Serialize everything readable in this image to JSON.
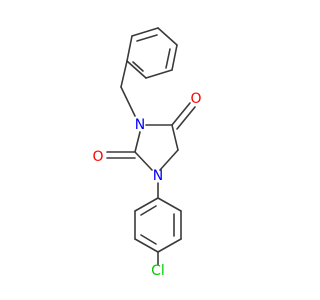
{
  "molecule": {
    "atoms": {
      "O1": {
        "symbol": "O",
        "color": "#ff0000"
      },
      "O2": {
        "symbol": "O",
        "color": "#ff0000"
      },
      "N1": {
        "symbol": "N",
        "color": "#0000ff"
      },
      "N2": {
        "symbol": "N",
        "color": "#0000ff"
      },
      "Cl": {
        "symbol": "Cl",
        "color": "#00cc00"
      }
    },
    "bond_color": "#3a3a3a",
    "background": "#ffffff"
  }
}
